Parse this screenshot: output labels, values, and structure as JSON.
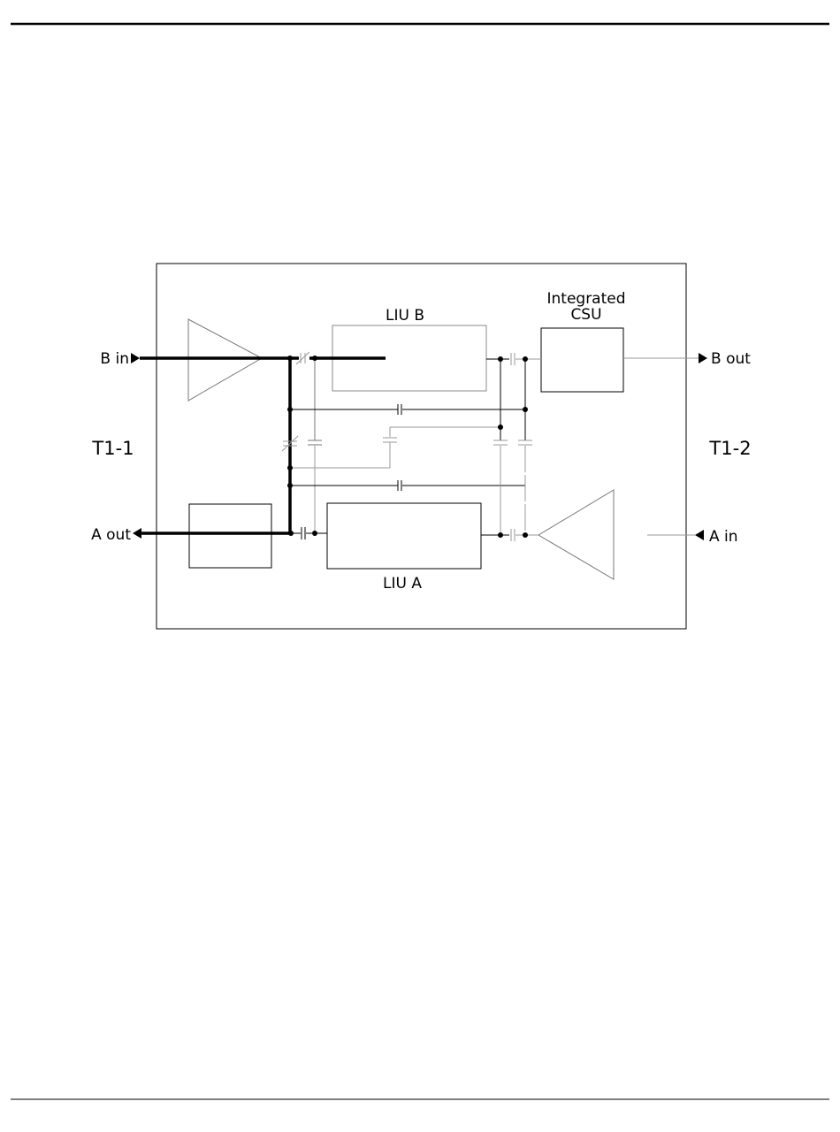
{
  "diagram": {
    "left_side_label": "T1-1",
    "right_side_label": "T1-2",
    "ports": {
      "b_in": "B in",
      "a_out": "A out",
      "b_out": "B out",
      "a_in": "A in"
    },
    "blocks": {
      "liu_b": "LIU B",
      "liu_a": "LIU A",
      "csu_line1": "Integrated",
      "csu_line2": "CSU"
    }
  }
}
